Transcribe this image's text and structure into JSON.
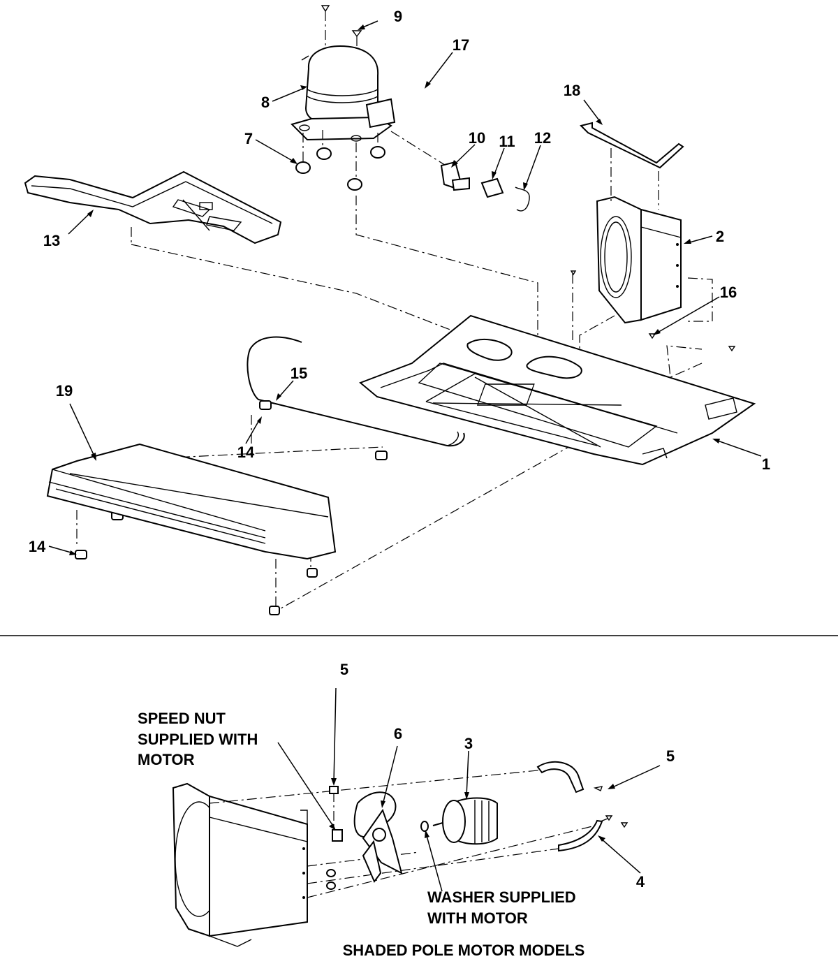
{
  "callouts": {
    "n9": "9",
    "n17": "17",
    "n8": "8",
    "n7": "7",
    "n10": "10",
    "n11": "11",
    "n12": "12",
    "n18": "18",
    "n13": "13",
    "n2": "2",
    "n16": "16",
    "n15": "15",
    "n19": "19",
    "n14a": "14",
    "n14b": "14",
    "n1": "1",
    "n5a": "5",
    "n5b": "5",
    "n6": "6",
    "n3": "3",
    "n4": "4"
  },
  "notes": {
    "speed_nut": [
      "SPEED NUT",
      "SUPPLIED WITH",
      "MOTOR"
    ],
    "washer": [
      "WASHER SUPPLIED",
      "WITH MOTOR"
    ],
    "section_title": "SHADED POLE MOTOR MODELS"
  }
}
